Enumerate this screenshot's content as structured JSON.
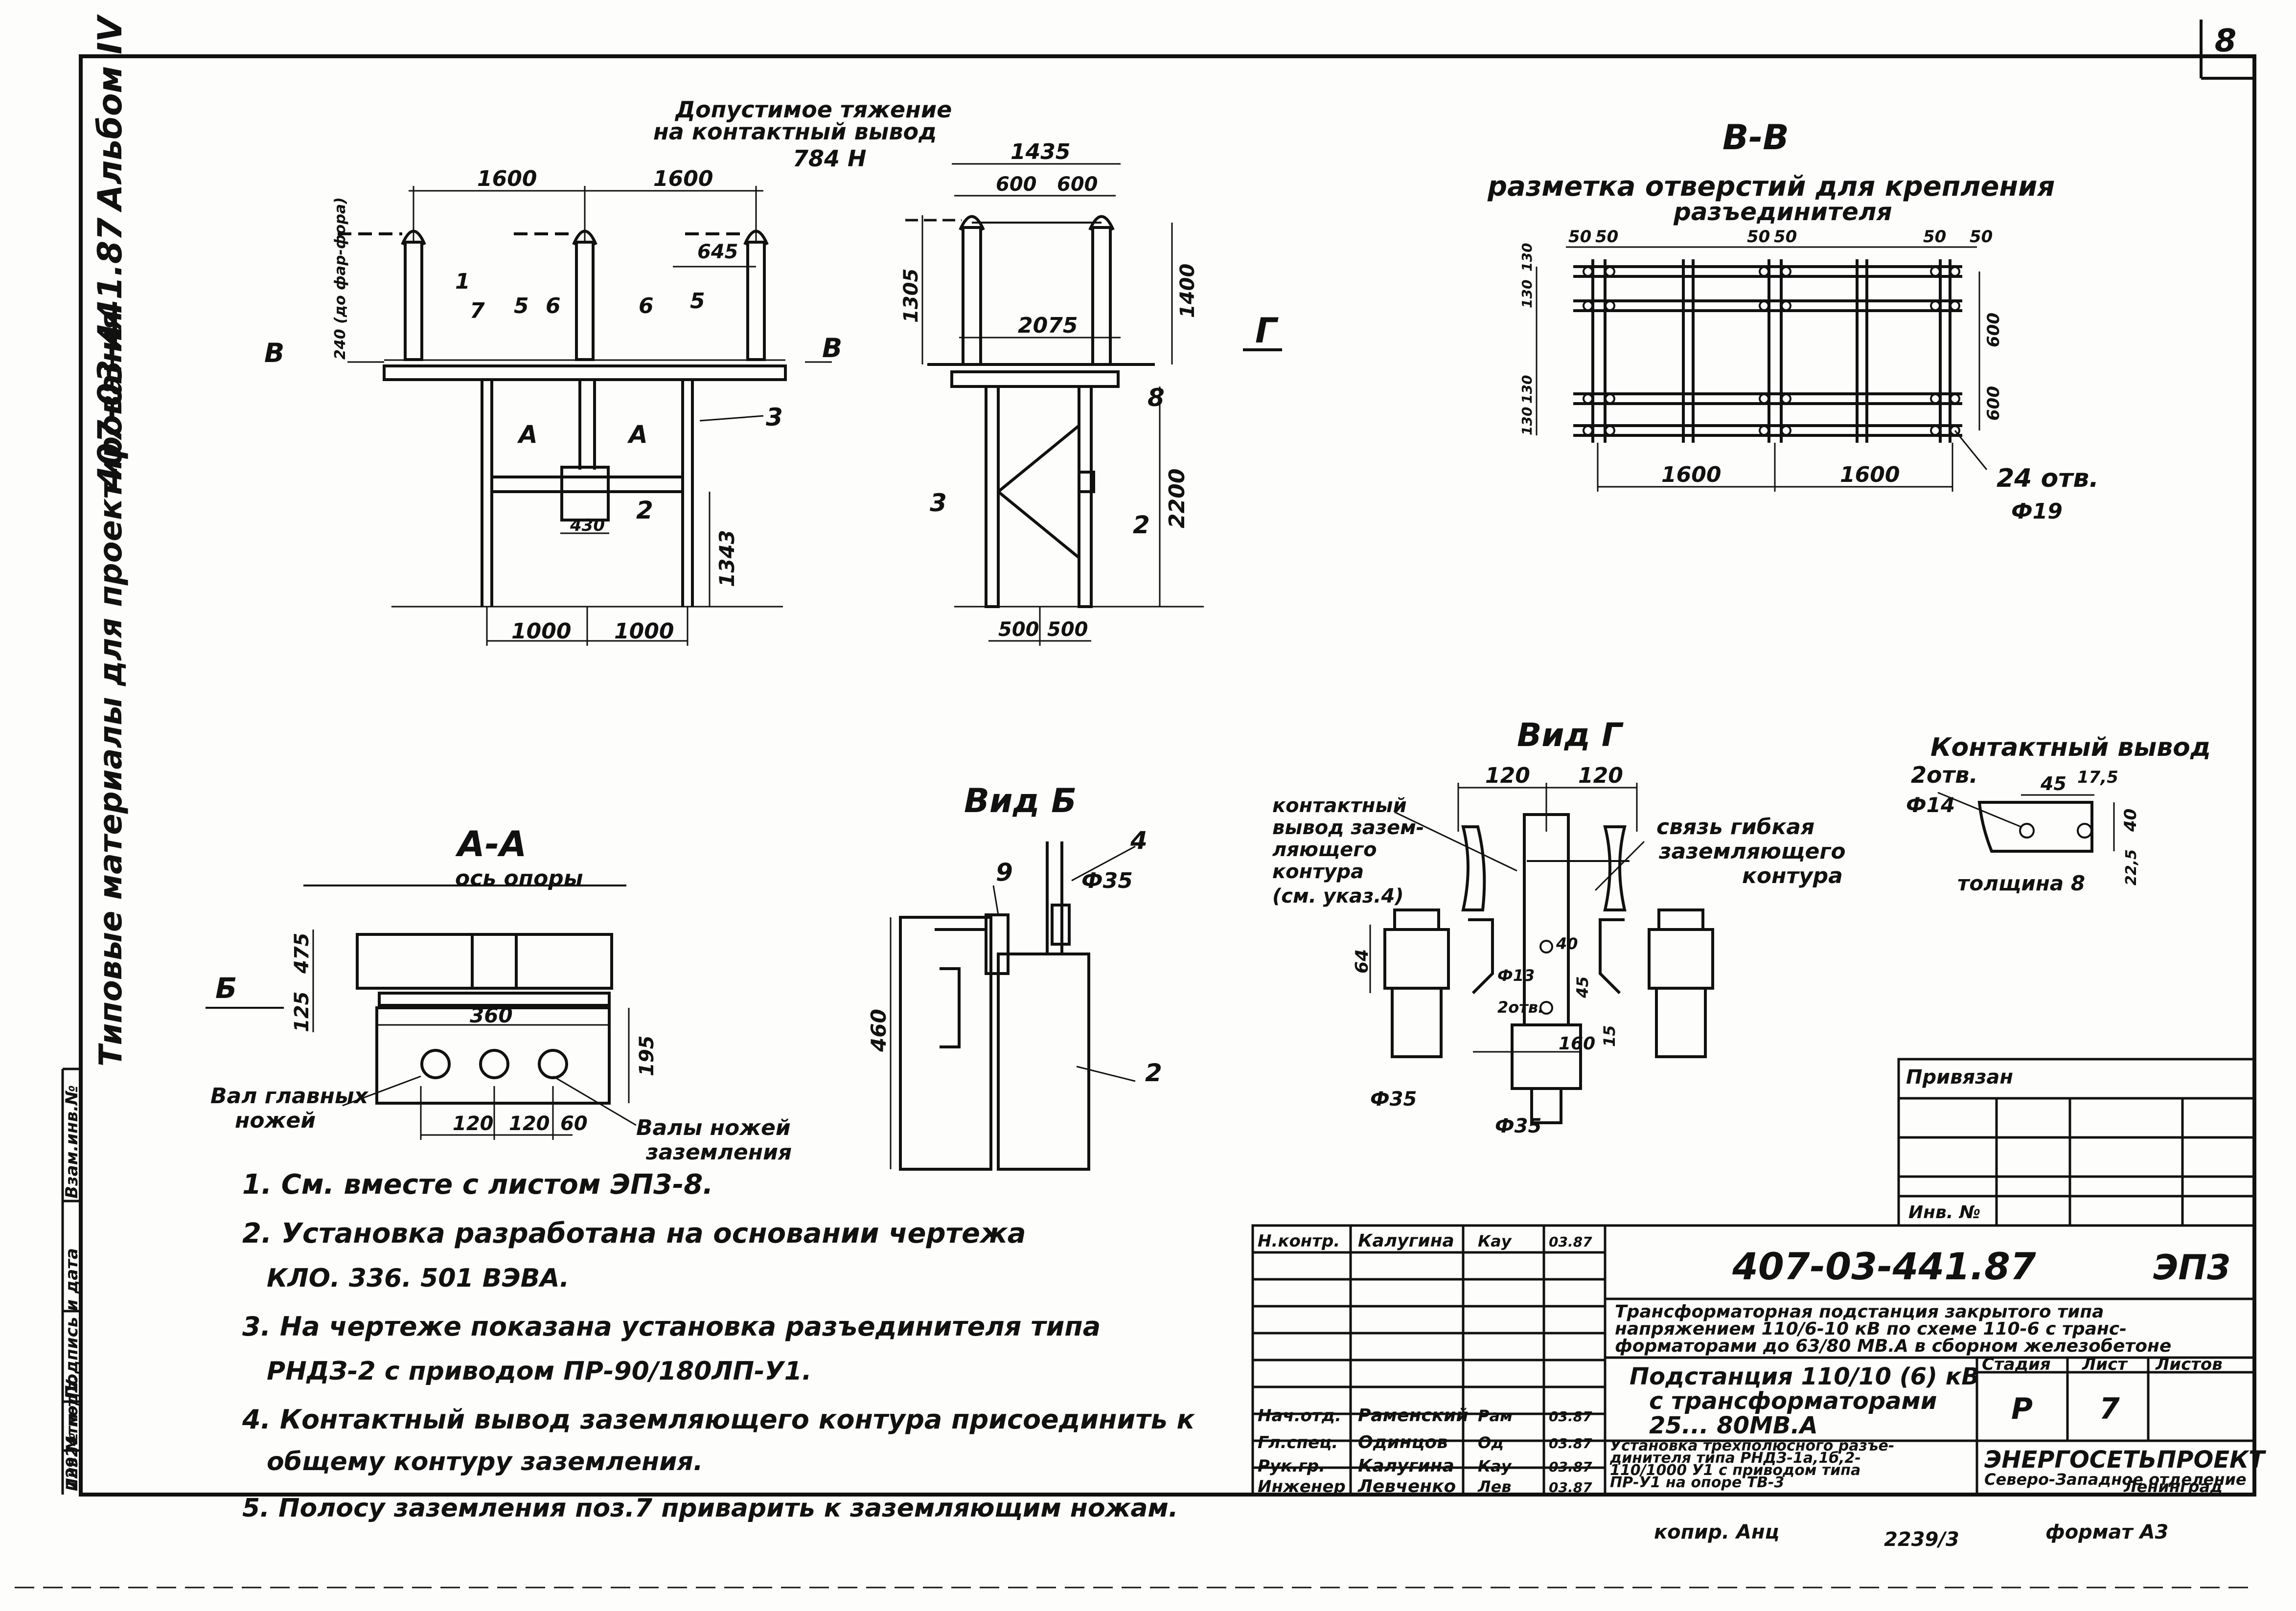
{
  "sheet_number": "8",
  "side_stamp": {
    "album": "Альбом IV",
    "code": "407-03-441.87",
    "series": "Типовые материалы для проектирования",
    "cells": [
      "Взам.инв.№",
      "Подпись и дата",
      "Инв.№ подл.",
      "12924тм-тIV"
    ]
  },
  "views": {
    "front": {
      "tension_note": [
        "Допустимое тяжение",
        "на контактный вывод",
        "784 Н"
      ],
      "dims": [
        "1600",
        "1600",
        "645",
        "240 (до фар-фора)",
        "1343",
        "430",
        "1000",
        "1000"
      ],
      "section_marks": [
        "В",
        "В",
        "А",
        "А"
      ],
      "callouts": [
        "1",
        "7",
        "5",
        "6",
        "6",
        "5",
        "3",
        "2"
      ]
    },
    "side": {
      "dims": [
        "1435",
        "600",
        "600",
        "1305",
        "2075",
        "1400",
        "2200",
        "500",
        "500"
      ],
      "view_arrow": "Г",
      "callouts": [
        "8",
        "3",
        "2"
      ]
    },
    "vv": {
      "title": "В-В",
      "subtitle": [
        "разметка отверстий для крепления",
        "разъединителя"
      ],
      "dims_top": [
        "50",
        "50",
        "50",
        "50",
        "50",
        "50"
      ],
      "dims_left": [
        "130",
        "130",
        "130",
        "130"
      ],
      "dims_right": [
        "600",
        "600"
      ],
      "dims_bottom": [
        "1600",
        "1600"
      ],
      "holes_note": "24 отв.",
      "hole_dia": "Ф19"
    },
    "aa": {
      "title": "А-А",
      "subtitle": "ось опоры",
      "arrow": "Б",
      "dims": [
        "475",
        "125",
        "360",
        "195",
        "120",
        "120",
        "60"
      ],
      "labels": [
        "Вал главных",
        "ножей",
        "Валы ножей",
        "заземления"
      ]
    },
    "vid_b": {
      "title": "Вид Б",
      "callouts": [
        "9",
        "4",
        "2"
      ],
      "dims": [
        "Ф35",
        "460"
      ]
    },
    "vid_g": {
      "title": "Вид Г",
      "dims": [
        "120",
        "120",
        "64",
        "Ф35",
        "Ф35",
        "40",
        "Ф13",
        "2отв.",
        "45",
        "160",
        "15"
      ],
      "left_note": [
        "контактный",
        "вывод зазем-",
        "ляющего",
        "контура",
        "(см. указ.4)"
      ],
      "right_note": [
        "связь гибкая",
        "заземляющего",
        "контура"
      ]
    },
    "contact": {
      "title": "Контактный вывод",
      "holes": "2отв.",
      "dia": "Ф14",
      "dims": [
        "45",
        "17,5",
        "40",
        "22,5"
      ],
      "thickness": "толщина 8"
    }
  },
  "notes": [
    "1. См. вместе с листом ЭП3-8.",
    "2. Установка разработана на основании чертежа",
    "КЛО. 336. 501 ВЭВА.",
    "3. На чертеже показана установка разъединителя типа",
    "РНДЗ-2 с приводом ПР-90/180ЛП-У1.",
    "4. Контактный вывод заземляющего контура присоединить к",
    "общему контуру заземления.",
    "5. Полосу заземления поз.7 приварить к заземляющим ножам."
  ],
  "title_block": {
    "privyazan": "Привязан",
    "inv_no": "Инв. №",
    "doc_code": "407-03-441.87",
    "sheet_code": "ЭП3",
    "project_title": [
      "Трансформаторная подстанция закрытого типа",
      "напряжением 110/6-10 кВ по схеме 110-6 с транс-",
      "форматорами до 63/80 МВ.А в сборном железобетоне"
    ],
    "substation": [
      "Подстанция 110/10 (6) кВ",
      "с трансформаторами",
      "25... 80МВ.А"
    ],
    "stage_label": "Стадия",
    "sheet_label": "Лист",
    "sheets_label": "Листов",
    "stage": "Р",
    "sheet": "7",
    "sheet_name": [
      "Установка трехполюсного разъе-",
      "динителя типа РНДЗ-1а,1б,2-",
      "110/1000 У1 с приводом типа",
      "ПР-У1 на опоре ТВ-3"
    ],
    "org": [
      "ЭНЕРГОСЕТЬПРОЕКТ",
      "Северо-Западное отделение",
      "Ленинград"
    ],
    "roles": [
      {
        "role": "Н.контр.",
        "name": "Калугина",
        "sign": "Кау",
        "date": "03.87"
      },
      {
        "role": "Нач.отд.",
        "name": "Раменский",
        "sign": "Рам",
        "date": "03.87"
      },
      {
        "role": "Гл.спец.",
        "name": "Одинцов",
        "sign": "Од",
        "date": "03.87"
      },
      {
        "role": "Рук.гр.",
        "name": "Калугина",
        "sign": "Кау",
        "date": "03.87"
      },
      {
        "role": "Инженер",
        "name": "Левченко",
        "sign": "Лев",
        "date": "03.87"
      }
    ]
  },
  "footer": {
    "copied": "копир. Анц",
    "order": "2239/3",
    "format": "формат А3"
  }
}
